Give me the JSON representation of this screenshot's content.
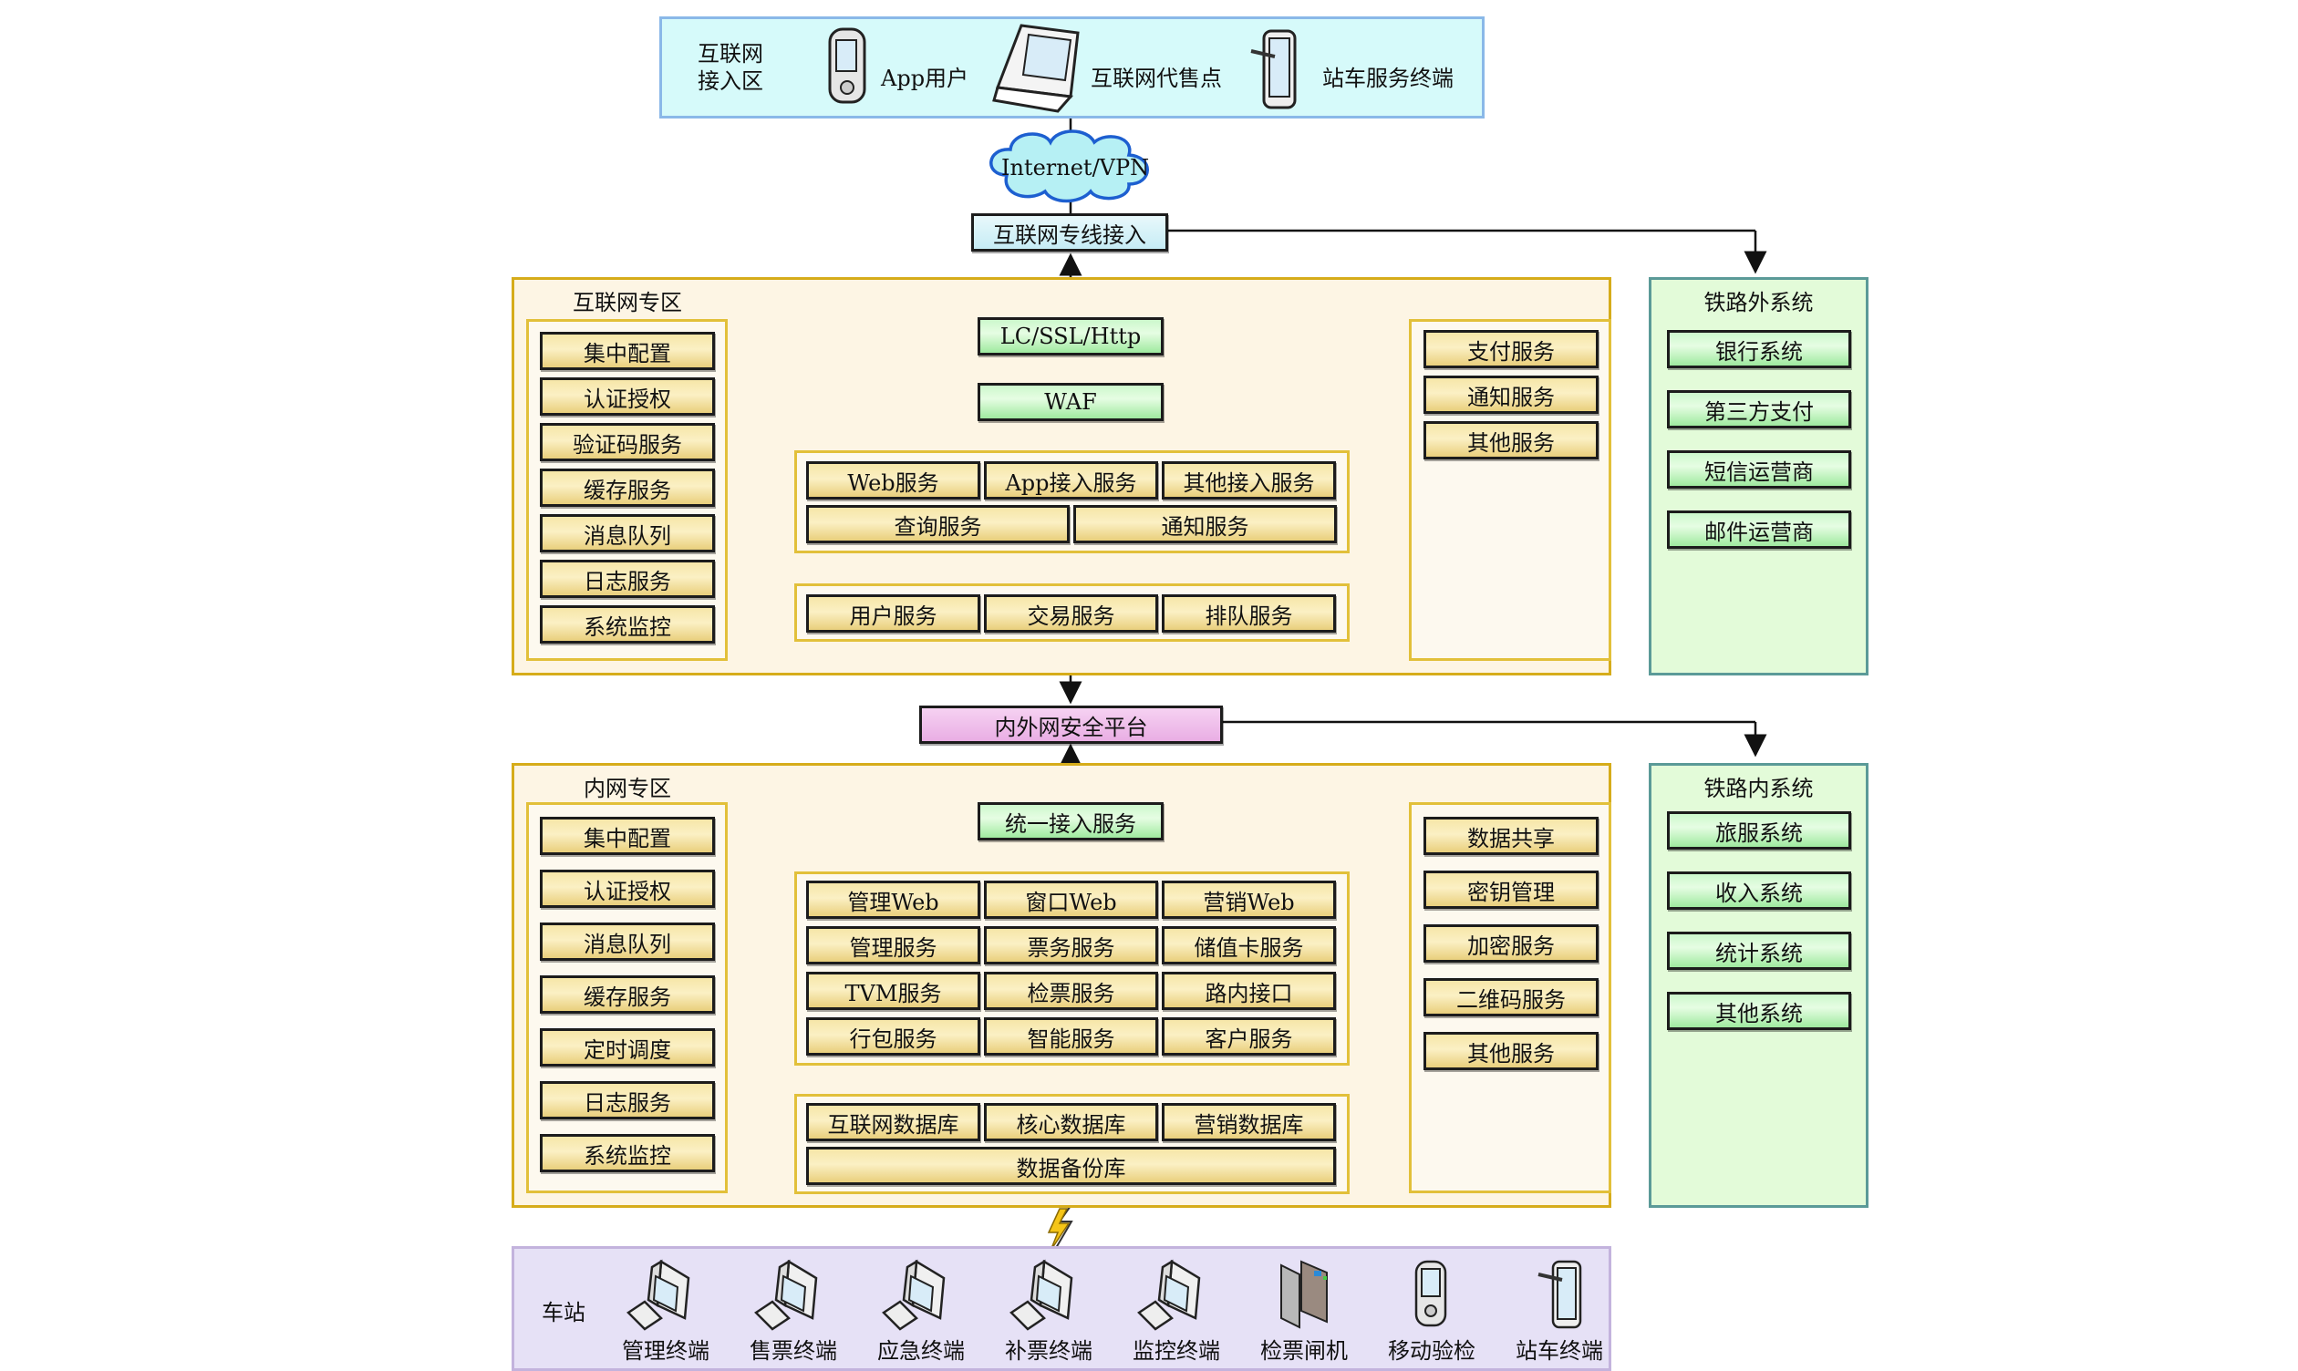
{
  "internet_access_zone": {
    "title_line1": "互联网",
    "title_line2": "接入区",
    "devices": [
      {
        "label": "App用户",
        "icon": "pda-icon"
      },
      {
        "label": "互联网代售点",
        "icon": "laptop-icon"
      },
      {
        "label": "站车服务终端",
        "icon": "tablet-icon"
      }
    ]
  },
  "cloud_label": "Internet/VPN",
  "leased_line": "互联网专线接入",
  "internet_zone": {
    "title": "互联网专区",
    "left_items": [
      "集中配置",
      "认证授权",
      "验证码服务",
      "缓存服务",
      "消息队列",
      "日志服务",
      "系统监控"
    ],
    "gateway": [
      "LC/SSL/Http",
      "WAF"
    ],
    "access_row1": [
      "Web服务",
      "App接入服务",
      "其他接入服务"
    ],
    "access_row2": [
      "查询服务",
      "通知服务"
    ],
    "core_row": [
      "用户服务",
      "交易服务",
      "排队服务"
    ],
    "right_items": [
      "支付服务",
      "通知服务",
      "其他服务"
    ]
  },
  "rail_external": {
    "title": "铁路外系统",
    "items": [
      "银行系统",
      "第三方支付",
      "短信运营商",
      "邮件运营商"
    ]
  },
  "security_platform": "内外网安全平台",
  "intranet_zone": {
    "title": "内网专区",
    "left_items": [
      "集中配置",
      "认证授权",
      "消息队列",
      "缓存服务",
      "定时调度",
      "日志服务",
      "系统监控"
    ],
    "gateway": "统一接入服务",
    "services": [
      [
        "管理Web",
        "窗口Web",
        "营销Web"
      ],
      [
        "管理服务",
        "票务服务",
        "储值卡服务"
      ],
      [
        "TVM服务",
        "检票服务",
        "路内接口"
      ],
      [
        "行包服务",
        "智能服务",
        "客户服务"
      ]
    ],
    "databases_row": [
      "互联网数据库",
      "核心数据库",
      "营销数据库"
    ],
    "backup_db": "数据备份库",
    "right_items": [
      "数据共享",
      "密钥管理",
      "加密服务",
      "二维码服务",
      "其他服务"
    ]
  },
  "rail_internal": {
    "title": "铁路内系统",
    "items": [
      "旅服系统",
      "收入系统",
      "统计系统",
      "其他系统"
    ]
  },
  "station": {
    "title": "车站",
    "devices": [
      {
        "label": "管理终端",
        "icon": "desktop-computer-icon"
      },
      {
        "label": "售票终端",
        "icon": "desktop-computer-icon"
      },
      {
        "label": "应急终端",
        "icon": "desktop-computer-icon"
      },
      {
        "label": "补票终端",
        "icon": "desktop-computer-icon"
      },
      {
        "label": "监控终端",
        "icon": "desktop-computer-icon"
      },
      {
        "label": "检票闸机",
        "icon": "ticket-gate-icon"
      },
      {
        "label": "移动验检",
        "icon": "pda-icon"
      },
      {
        "label": "站车终端",
        "icon": "tablet-icon"
      }
    ]
  }
}
